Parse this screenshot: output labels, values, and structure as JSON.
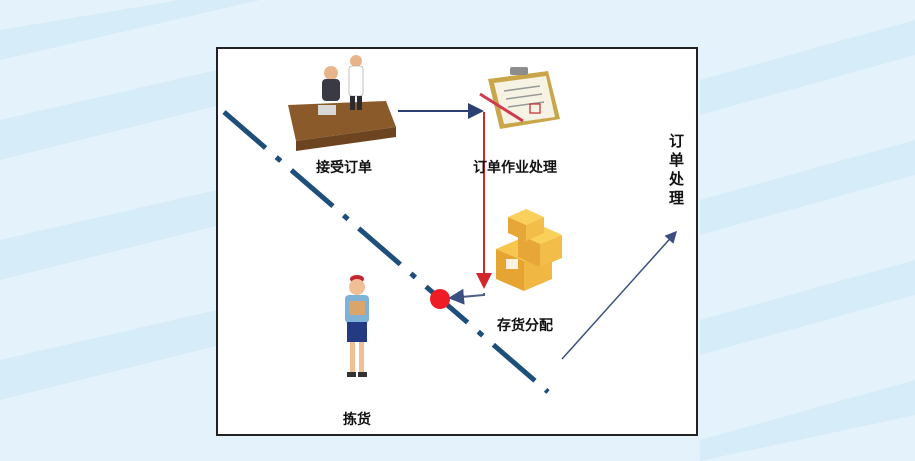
{
  "diagram": {
    "nodes": {
      "receive_order": {
        "label": "接受订单",
        "icon": "office-desk-icon"
      },
      "order_processing": {
        "label": "订单作业处理",
        "icon": "clipboard-icon"
      },
      "inventory_allocation": {
        "label": "存货分配",
        "icon": "boxes-icon"
      },
      "picking": {
        "label": "拣货",
        "icon": "worker-icon"
      }
    },
    "side_label": "订单处理",
    "colors": {
      "flow_arrow": "#2b3f73",
      "red_arrow": "#e0262a",
      "dash_line": "#1d4f7a",
      "marker": "#ee1c25"
    }
  }
}
